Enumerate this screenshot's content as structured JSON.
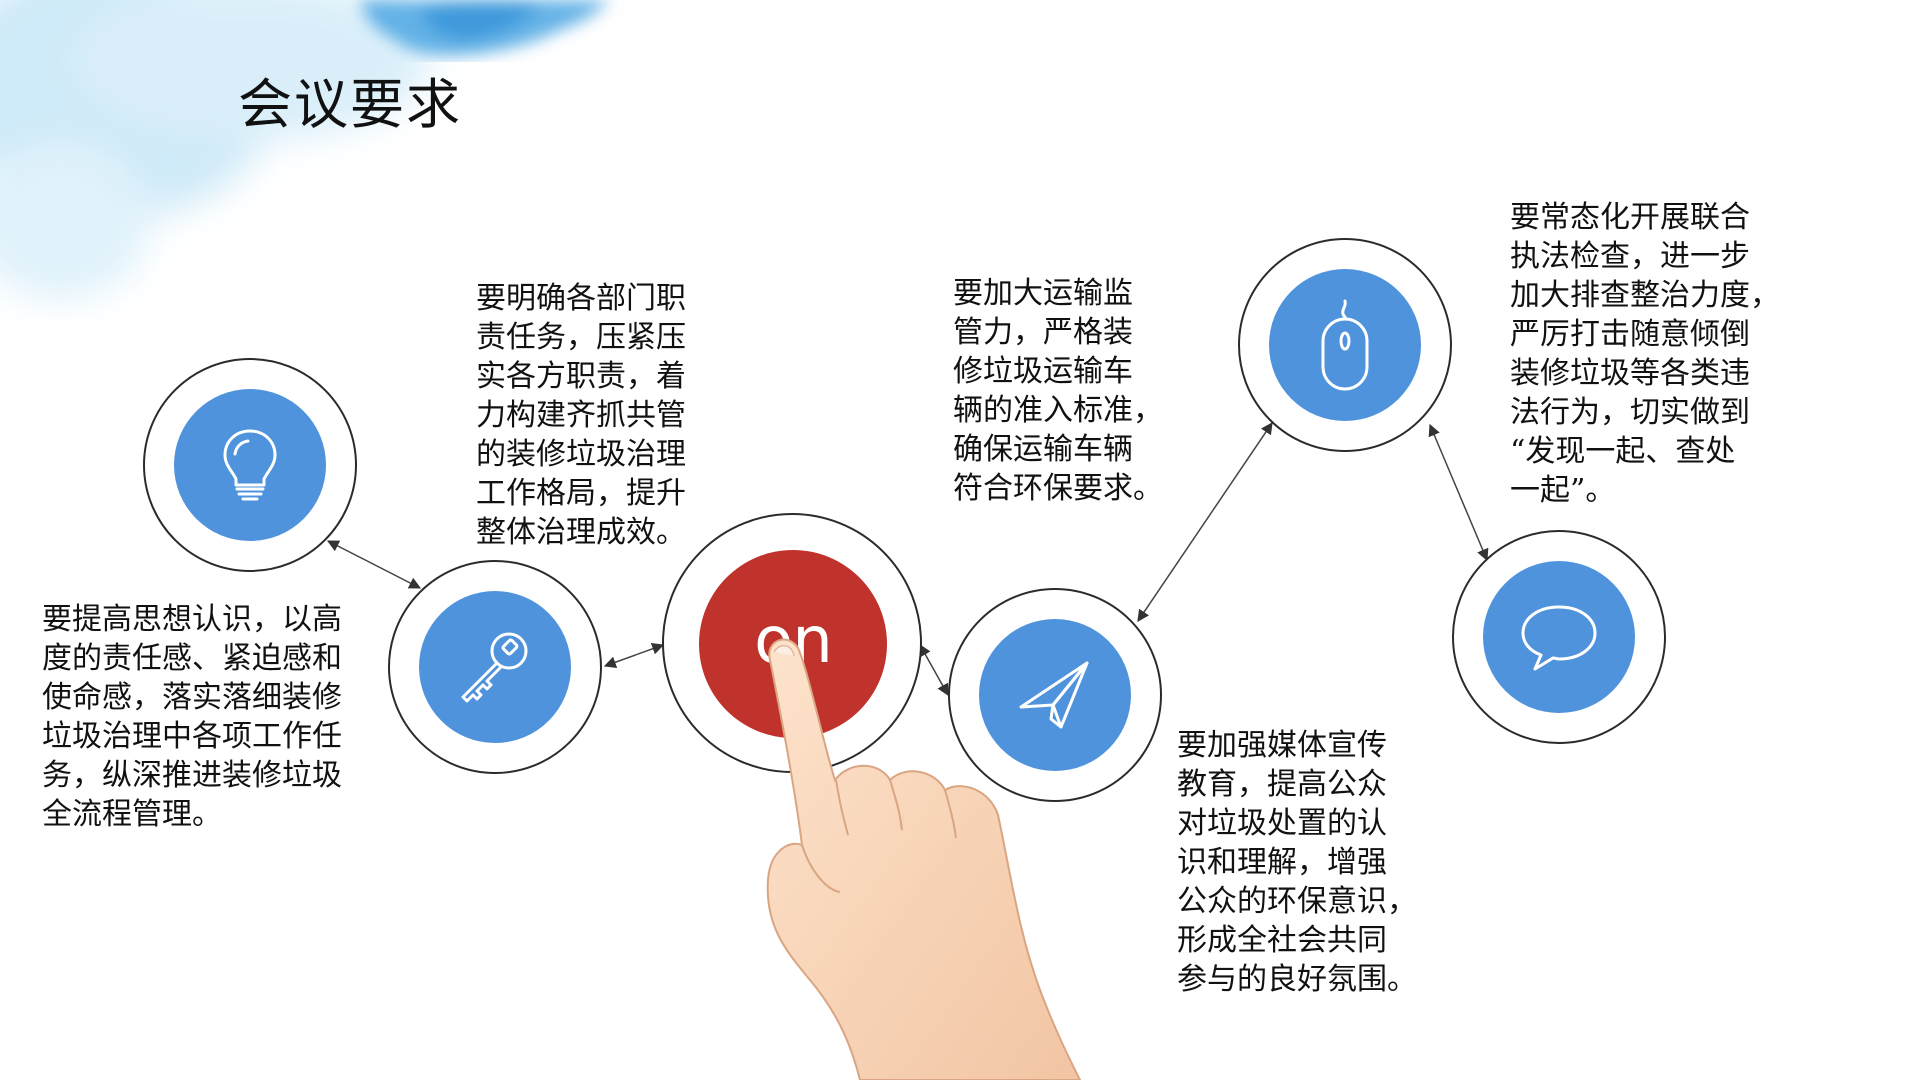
{
  "slide": {
    "title": "会议要求",
    "on_label": "on",
    "items": [
      {
        "icon": "lightbulb-icon",
        "text": "要提高思想认识，以高\n度的责任感、紧迫感和\n使命感，落实落细装修\n垃圾治理中各项工作任\n务，纵深推进装修垃圾\n全流程管理。"
      },
      {
        "icon": "key-icon",
        "text": "要明确各部门职\n责任务，压紧压\n实各方职责，着\n力构建齐抓共管\n的装修垃圾治理\n工作格局，提升\n整体治理成效。"
      },
      {
        "icon": "paper-plane-icon",
        "text": "要加大运输监\n管力，严格装\n修垃圾运输车\n辆的准入标准，\n确保运输车辆\n符合环保要求。"
      },
      {
        "icon": "mouse-icon",
        "text": "要加强媒体宣传\n教育，提高公众\n对垃圾处置的认\n识和理解，增强\n公众的环保意识，\n形成全社会共同\n参与的良好氛围。"
      },
      {
        "icon": "speech-bubble-icon",
        "text": "要常态化开展联合\n执法检查，进一步\n加大排查整治力度，\n严厉打击随意倾倒\n装修垃圾等各类违\n法行为，切实做到\n“发现一起、查处\n一起”。"
      }
    ]
  },
  "colors": {
    "node_blue": "#4f93dc",
    "on_red": "#c0322c",
    "ring": "#2b2b2b",
    "accent_watercolor": "#6ab6e8"
  }
}
